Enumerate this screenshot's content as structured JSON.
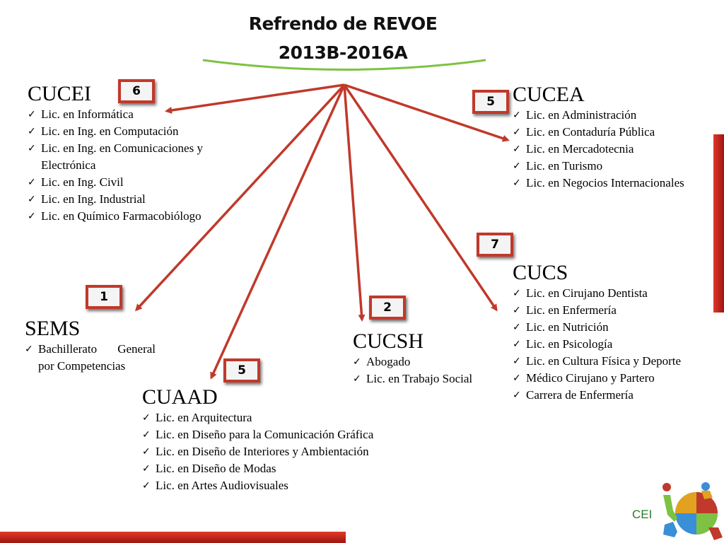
{
  "title": {
    "line1": "Refrendo de REVOE",
    "line2": "2013B-2016A"
  },
  "badges": {
    "cucei": "6",
    "cucea": "5",
    "cucs": "7",
    "sems": "1",
    "cucsh": "2",
    "cuaad": "5"
  },
  "check": "✓",
  "cucei": {
    "name": "CUCEI",
    "items": [
      "Lic. en Informática",
      "Lic. en Ing. en Computación",
      "Lic. en Ing. en Comunicaciones y Electrónica",
      "Lic. en Ing. Civil",
      "Lic. en Ing. Industrial",
      "Lic. en Químico Farmacobiólogo"
    ]
  },
  "cucea": {
    "name": "CUCEA",
    "items": [
      "Lic. en Administración",
      "Lic. en Contaduría Pública",
      "Lic. en Mercadotecnia",
      "Lic. en Turismo",
      "Lic. en Negocios Internacionales"
    ]
  },
  "cucs": {
    "name": "CUCS",
    "items": [
      "Lic. en Cirujano Dentista",
      "Lic. en Enfermería",
      "Lic. en Nutrición",
      "Lic. en Psicología",
      "Lic. en Cultura Física y Deporte",
      "Médico Cirujano y Partero",
      "Carrera de Enfermería"
    ]
  },
  "sems": {
    "name": "SEMS",
    "items": [
      "Bachillerato General por Competencias"
    ]
  },
  "cucsh": {
    "name": "CUCSH",
    "items": [
      "Abogado",
      "Lic. en Trabajo Social"
    ]
  },
  "cuaad": {
    "name": "CUAAD",
    "items": [
      "Lic. en Arquitectura",
      "Lic. en Diseño para la Comunicación Gráfica",
      "Lic. en Diseño de Interiores y Ambientación",
      "Lic. en Diseño de Modas",
      "Lic. en Artes Audiovisuales"
    ]
  },
  "logo": {
    "text": "CEI"
  },
  "colors": {
    "arrow": "#c0392b",
    "arc": "#7dc242",
    "badge_border": "#c0392b",
    "bar": "#c0392b"
  }
}
